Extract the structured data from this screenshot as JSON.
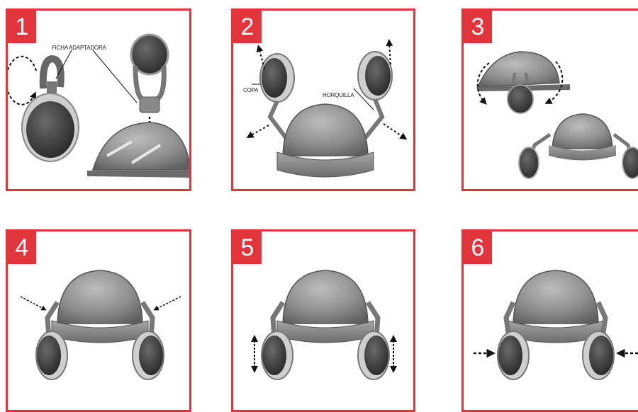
{
  "panels": [
    {
      "number": "1",
      "labels": {
        "adapter": "FICHA ADAPTADORA"
      }
    },
    {
      "number": "2",
      "labels": {
        "cup": "COPA",
        "fork": "HORQUILLA"
      }
    },
    {
      "number": "3"
    },
    {
      "number": "4"
    },
    {
      "number": "5"
    },
    {
      "number": "6"
    }
  ],
  "colors": {
    "accent": "#e2353b",
    "helmet": "#8a8a8a",
    "cup": "#3a3a3a"
  }
}
